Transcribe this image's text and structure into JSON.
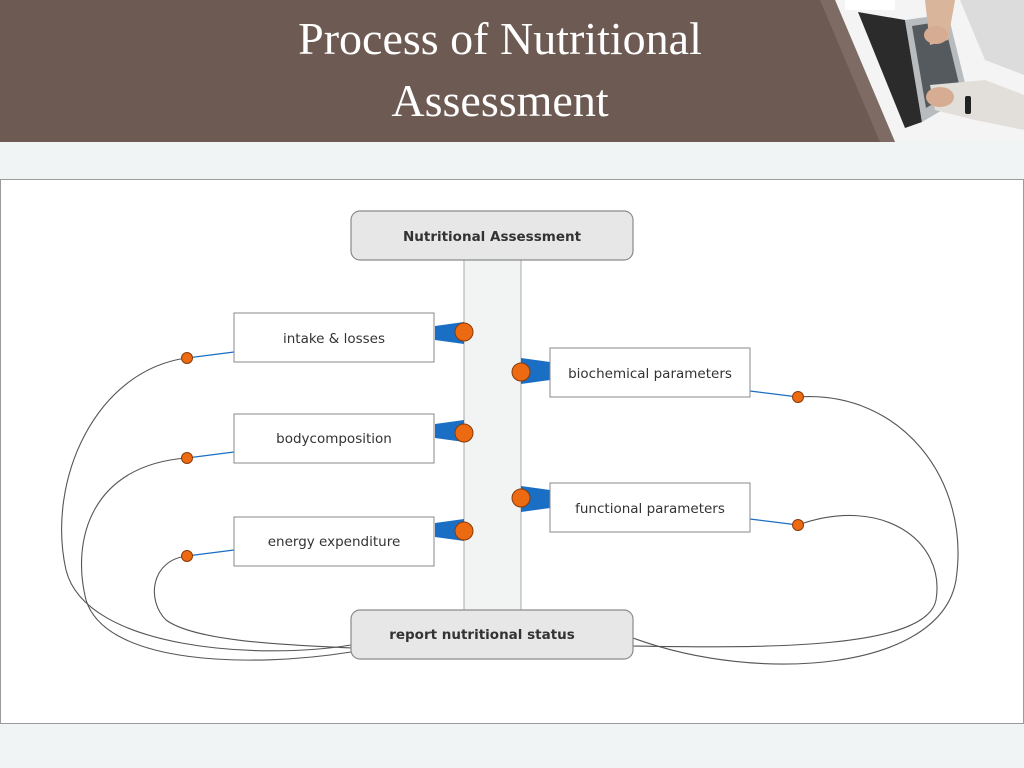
{
  "header": {
    "title_line1": "Process of Nutritional",
    "title_line2": "Assessment"
  },
  "diagram": {
    "top_node": "Nutritional Assessment",
    "bottom_node": "report nutritional status",
    "left_nodes": [
      "intake & losses",
      "bodycomposition",
      "energy expenditure"
    ],
    "right_nodes": [
      "biochemical parameters",
      "functional parameters"
    ]
  },
  "colors": {
    "header_bg": "#6d5a53",
    "connector_blue": "#1a6fc4",
    "dot_orange": "#ec6a12",
    "node_fill": "#e7e7e7"
  },
  "icons": [
    "laptop-photo"
  ]
}
